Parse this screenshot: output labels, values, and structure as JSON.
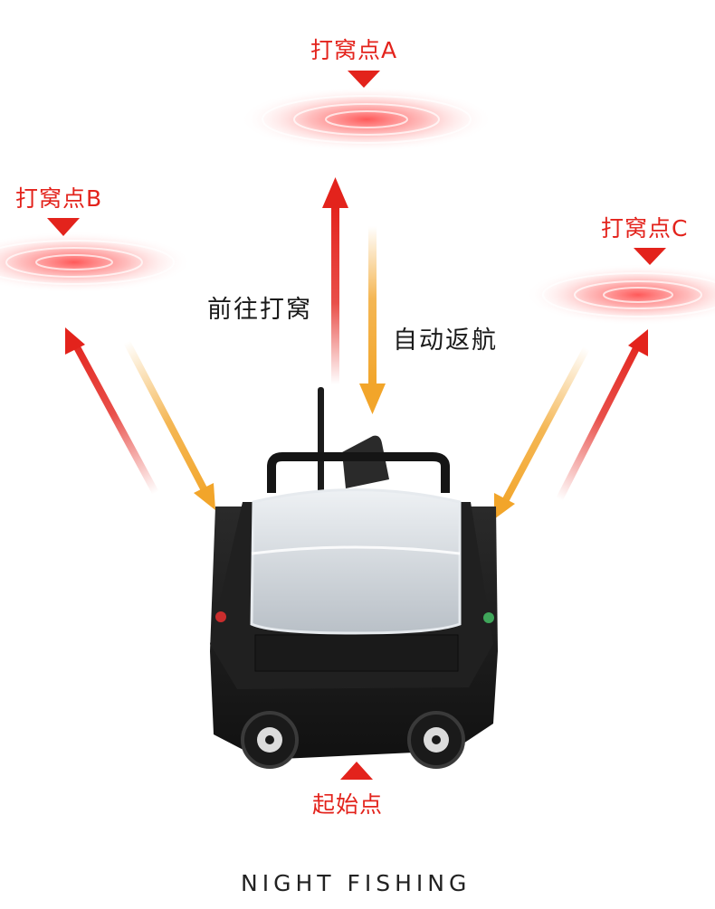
{
  "points": {
    "a": "打窝点A",
    "b": "打窝点B",
    "c": "打窝点C",
    "start": "起始点"
  },
  "actions": {
    "go": "前往打窝",
    "return": "自动返航"
  },
  "footer": "NIGHT FISHING",
  "colors": {
    "red": "#e3231c",
    "orange": "#f2a52a",
    "boat": "#1b1b1b",
    "hopper": "#c9ced3"
  }
}
